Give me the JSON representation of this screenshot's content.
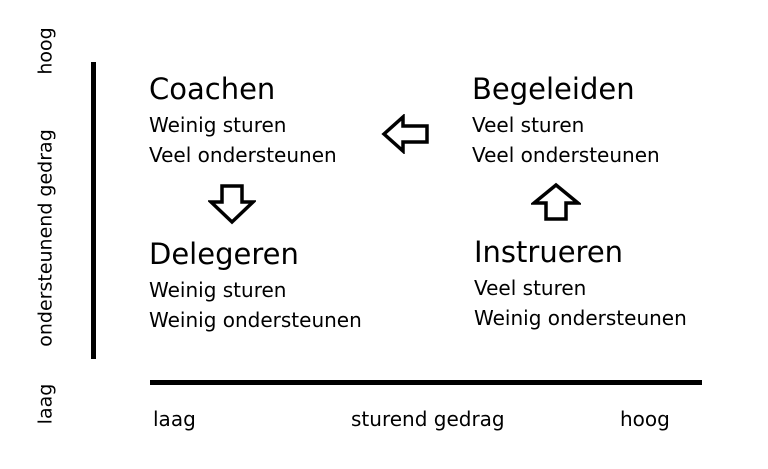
{
  "y_axis": {
    "high_label": "hoog",
    "title": "ondersteunend gedrag",
    "low_label": "laag"
  },
  "x_axis": {
    "low_label": "laag",
    "title": "sturend gedrag",
    "high_label": "hoog"
  },
  "quadrants": {
    "coachen": {
      "title": "Coachen",
      "line1": "Weinig sturen",
      "line2": "Veel ondersteunen"
    },
    "begeleiden": {
      "title": "Begeleiden",
      "line1": "Veel sturen",
      "line2": "Veel ondersteunen"
    },
    "delegeren": {
      "title": "Delegeren",
      "line1": "Weinig sturen",
      "line2": "Weinig ondersteunen"
    },
    "instrueren": {
      "title": "Instrueren",
      "line1": "Veel sturen",
      "line2": "Weinig ondersteunen"
    }
  },
  "arrows": [
    {
      "icon": "arrow-left-icon",
      "from": "Begeleiden",
      "to": "Coachen"
    },
    {
      "icon": "arrow-down-icon",
      "from": "Coachen",
      "to": "Delegeren"
    },
    {
      "icon": "arrow-up-icon",
      "from": "Instrueren",
      "to": "Begeleiden"
    }
  ],
  "colors": {
    "foreground": "#000000",
    "background": "#ffffff"
  }
}
